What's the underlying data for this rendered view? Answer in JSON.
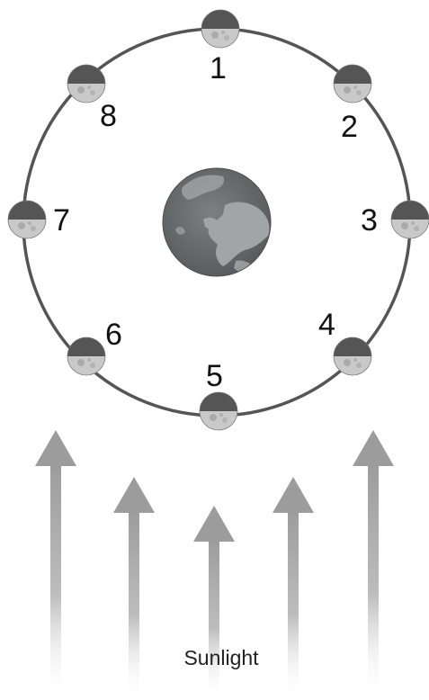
{
  "diagram": {
    "positions": [
      {
        "number": "1"
      },
      {
        "number": "2"
      },
      {
        "number": "3"
      },
      {
        "number": "4"
      },
      {
        "number": "5"
      },
      {
        "number": "6"
      },
      {
        "number": "7"
      },
      {
        "number": "8"
      }
    ],
    "sunlight_label": "Sunlight",
    "colors": {
      "orbit": "#555555",
      "earth_ocean": "#6a6d6e",
      "earth_land": "#9a9d9e",
      "moon_lit": "#c9c9c9",
      "moon_dark": "#555555",
      "arrow": "#9c9c9c"
    },
    "icons": {
      "earth": "earth-icon",
      "moon": "moon-icon",
      "arrow": "sunlight-arrow"
    }
  }
}
